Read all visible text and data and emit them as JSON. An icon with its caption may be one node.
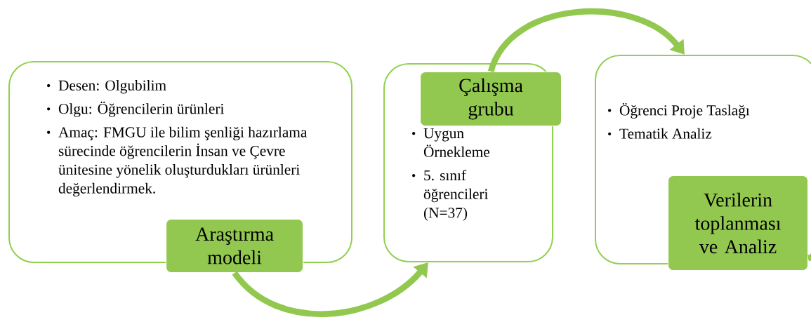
{
  "diagram": {
    "nodes": [
      {
        "text": [
          "Desen: Olgubilim",
          "Olgu: Öğrencilerin ürünleri",
          "Amaç: FMGU ile bilim şenliği hazırlama sürecinde öğrencilerin İnsan ve Çevre ünitesine yönelik oluşturdukları ürünleri değerlendirmek."
        ]
      },
      {
        "text": [
          "Araştırma modeli"
        ]
      },
      {
        "text": [
          "Uygun Örnekleme",
          "5. sınıf öğrencileri (N=37)"
        ]
      },
      {
        "text": [
          "Çalışma grubu"
        ]
      },
      {
        "text": [
          "Öğrenci Proje Taslağı",
          "Tematik Analiz"
        ]
      },
      {
        "text": [
          "Verilerin toplanması ve Analiz"
        ]
      }
    ],
    "edges": [
      {
        "from": 1,
        "to": 2,
        "arrow": "to"
      },
      {
        "from": 3,
        "to": 4,
        "arrow": "to"
      },
      {
        "from": 5,
        "to": 4,
        "arrow": "none"
      }
    ]
  }
}
